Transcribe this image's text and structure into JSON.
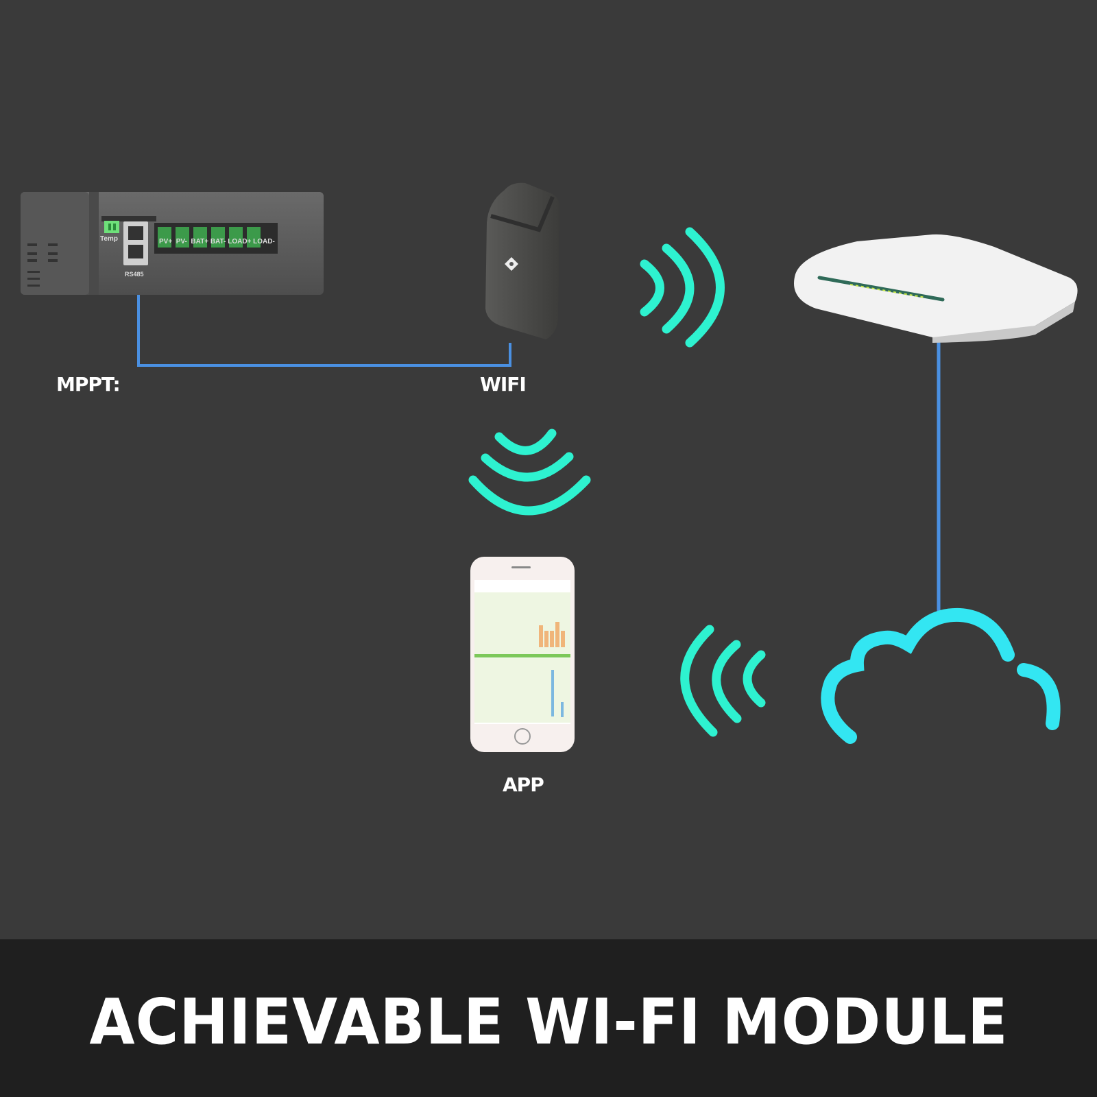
{
  "diagram": {
    "title": "ACHIEVABLE WI-FI MODULE",
    "nodes": [
      {
        "id": "mppt",
        "label": "MPPT:",
        "type": "charge-controller",
        "port_labels": [
          "Temp",
          "RS485",
          "PV+",
          "PV-",
          "BAT+",
          "BAT-",
          "LOAD+",
          "LOAD-"
        ]
      },
      {
        "id": "wifi",
        "label": "WIFI",
        "type": "wifi-module"
      },
      {
        "id": "router",
        "label": "",
        "type": "wireless-router"
      },
      {
        "id": "cloud",
        "label": "",
        "type": "cloud"
      },
      {
        "id": "app",
        "label": "APP",
        "type": "smartphone-app"
      }
    ],
    "edges": [
      {
        "from": "mppt",
        "to": "wifi",
        "kind": "wired (RS485 cable)"
      },
      {
        "from": "wifi",
        "to": "router",
        "kind": "wireless"
      },
      {
        "from": "router",
        "to": "cloud",
        "kind": "wired"
      },
      {
        "from": "cloud",
        "to": "app",
        "kind": "wireless"
      },
      {
        "from": "wifi",
        "to": "app",
        "kind": "wireless"
      }
    ]
  },
  "labels": {
    "mppt": "MPPT:",
    "wifi": "WIFI",
    "app": "APP",
    "temp": "Temp",
    "rs485": "RS485",
    "terminals": "PV+  PV-  BAT+ BAT- LOAD+ LOAD-"
  },
  "colors": {
    "background": "#3a3a3a",
    "band": "#1f1f1f",
    "signal_waves": "#2ef2d0",
    "cloud": "#33e6f2",
    "cable": "#4a90e2",
    "text": "#ffffff"
  },
  "footer": {
    "title": "ACHIEVABLE WI-FI MODULE"
  }
}
